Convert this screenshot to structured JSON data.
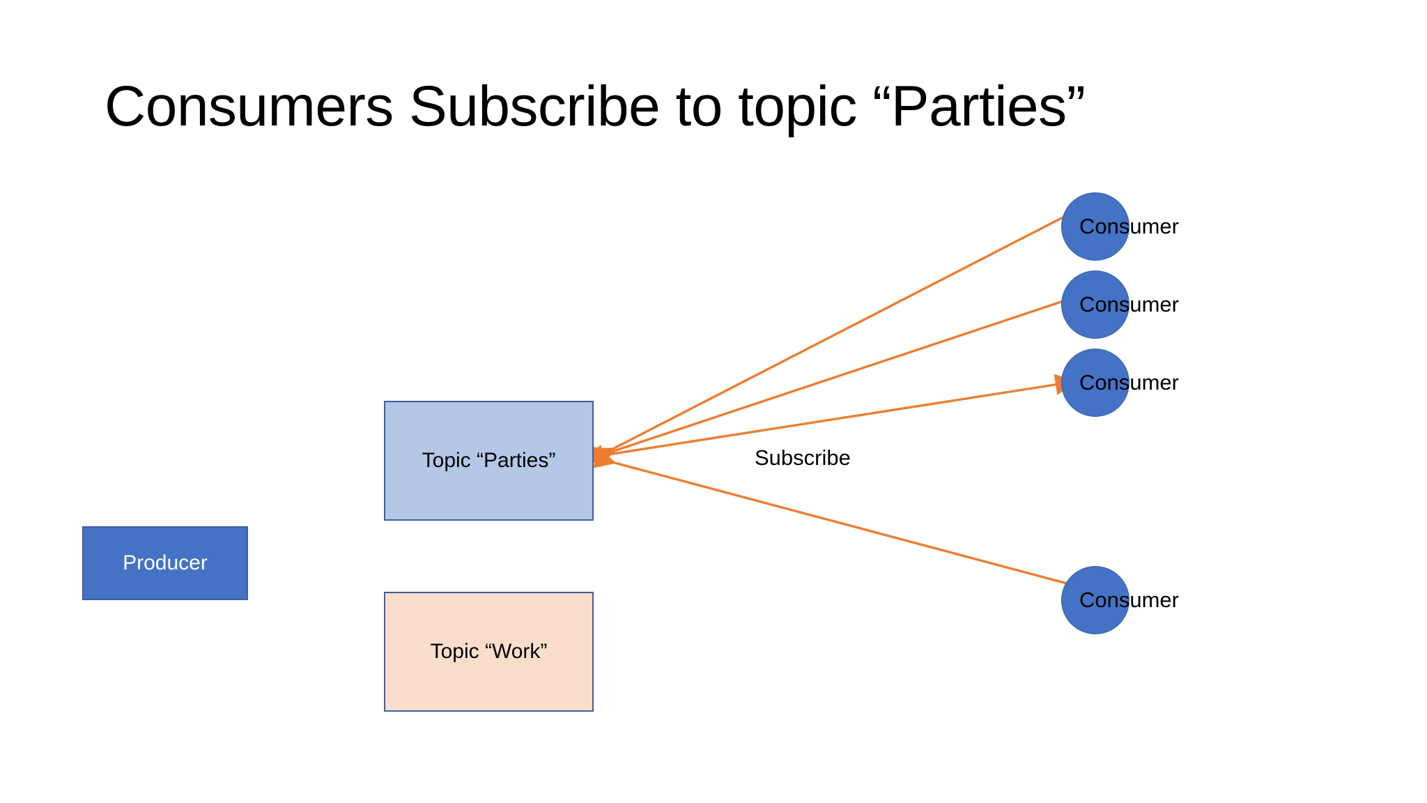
{
  "slide": {
    "title": "Consumers Subscribe to topic “Parties”",
    "background_color": "#FFFFFF"
  },
  "colors": {
    "accent_blue": "#4472C4",
    "light_blue_fill": "#B4C7E7",
    "peach_fill": "#FADECB",
    "box_border_blue": "#3B5EA3",
    "connector_orange": "#ED7D31",
    "text_black": "#000000",
    "text_white": "#FFFFFF"
  },
  "nodes": {
    "producer": {
      "label": "Producer",
      "fill": "#4472C4",
      "text_color": "#FFFFFF"
    },
    "topic_parties": {
      "label": "Topic “Parties”",
      "fill": "#B4C7E7",
      "text_color": "#000000"
    },
    "topic_work": {
      "label": "Topic “Work”",
      "fill": "#FADECB",
      "text_color": "#000000"
    }
  },
  "consumers": [
    {
      "label": "Consumer"
    },
    {
      "label": "Consumer"
    },
    {
      "label": "Consumer"
    },
    {
      "label": "Consumer"
    }
  ],
  "connectors": {
    "subscribe_label": "Subscribe",
    "line_color": "#ED7D31",
    "description": "Four orange connector lines fan out from the right edge of Topic “Parties” to each Consumer circle"
  }
}
